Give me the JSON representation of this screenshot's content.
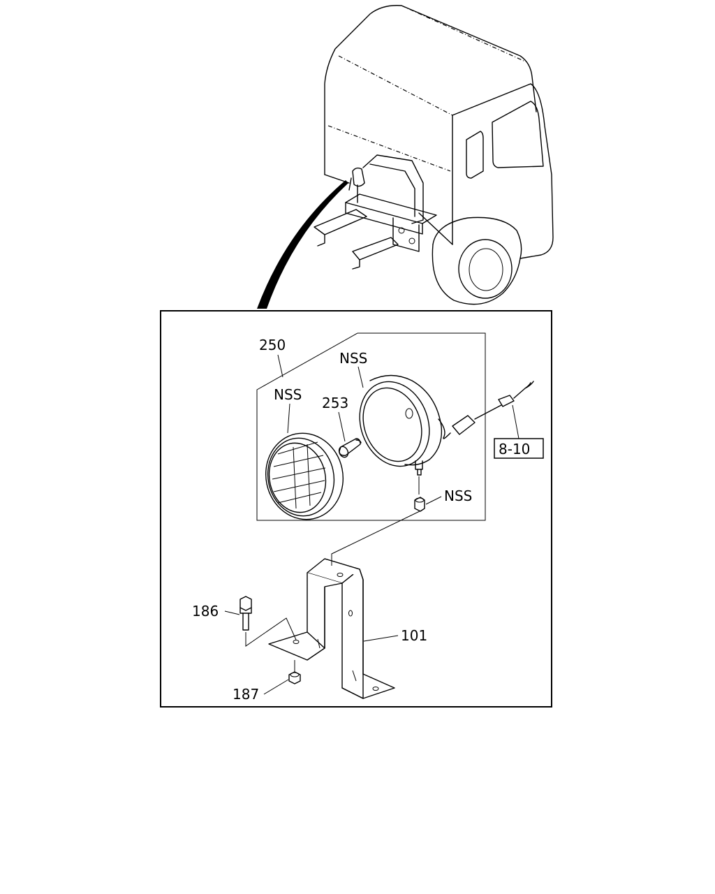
{
  "diagram": {
    "callouts": {
      "assembly": "250",
      "bulb": "253",
      "bracket": "101",
      "bolt": "186",
      "nut": "187",
      "nss_lens": "NSS",
      "nss_housing": "NSS",
      "nss_nut": "NSS",
      "reference_box": "8-10"
    }
  }
}
